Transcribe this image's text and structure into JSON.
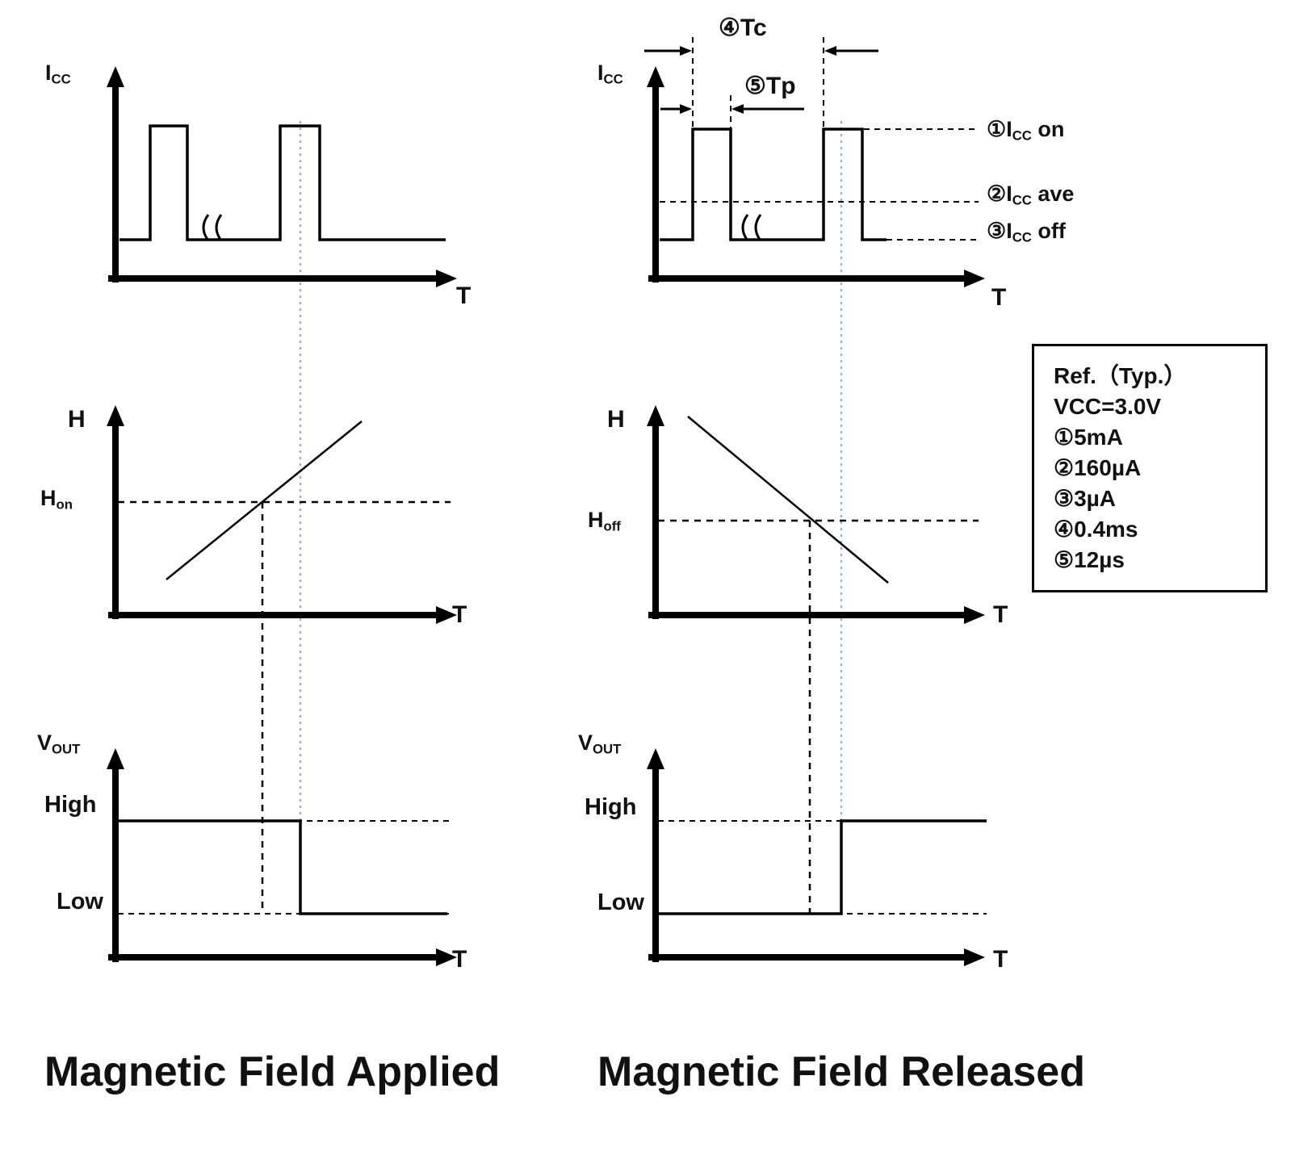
{
  "panels": {
    "left": {
      "caption": "Magnetic Field Applied",
      "icc": {
        "base": "I",
        "sub": "CC"
      },
      "t": "T",
      "h": "H",
      "h_thresh": {
        "base": "H",
        "sub": "on"
      },
      "vout": {
        "base": "V",
        "sub": "OUT"
      },
      "high": "High",
      "low": "Low"
    },
    "right": {
      "caption": "Magnetic Field Released",
      "icc": {
        "base": "I",
        "sub": "CC"
      },
      "t": "T",
      "h": "H",
      "h_thresh": {
        "base": "H",
        "sub": "off"
      },
      "vout": {
        "base": "V",
        "sub": "OUT"
      },
      "high": "High",
      "low": "Low",
      "tc_label": "④Tc",
      "tp_label": "⑤Tp",
      "levels": {
        "on": {
          "pre": "①I",
          "sub": "CC",
          "post": " on"
        },
        "ave": {
          "pre": "②I",
          "sub": "CC",
          "post": " ave"
        },
        "off": {
          "pre": "③I",
          "sub": "CC",
          "post": " off"
        }
      }
    }
  },
  "ref_box": {
    "title": "Ref.（Typ.）",
    "vcc": {
      "pre": "V",
      "sub": "CC",
      "post": "=3.0V"
    },
    "items": [
      "①5mA",
      "②160µA",
      "③3µA",
      "④0.4ms",
      "⑤12µs"
    ]
  }
}
